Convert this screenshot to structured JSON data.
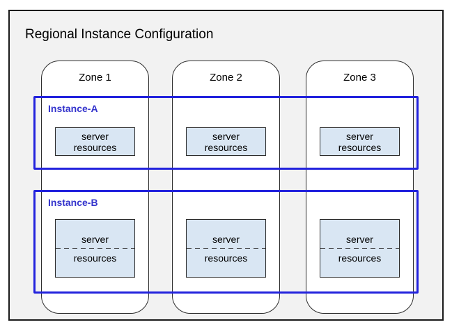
{
  "title": "Regional Instance Configuration",
  "zones": [
    {
      "label": "Zone 1"
    },
    {
      "label": "Zone 2"
    },
    {
      "label": "Zone 3"
    }
  ],
  "instances": [
    {
      "label": "Instance-A",
      "resources": [
        {
          "line1": "server",
          "line2": "resources"
        },
        {
          "line1": "server",
          "line2": "resources"
        },
        {
          "line1": "server",
          "line2": "resources"
        }
      ]
    },
    {
      "label": "Instance-B",
      "resources": [
        {
          "line1": "server",
          "line2": "resources"
        },
        {
          "line1": "server",
          "line2": "resources"
        },
        {
          "line1": "server",
          "line2": "resources"
        }
      ]
    }
  ],
  "colors": {
    "instance_border": "#2222dd",
    "instance_label": "#3333cc",
    "server_box_fill": "#d9e6f3",
    "server_box_border": "#2b2b2b",
    "zone_background": "#ffffff",
    "zone_border": "#2b2b2b",
    "frame_background": "#f2f2f2",
    "frame_border": "#1a1a1a"
  }
}
